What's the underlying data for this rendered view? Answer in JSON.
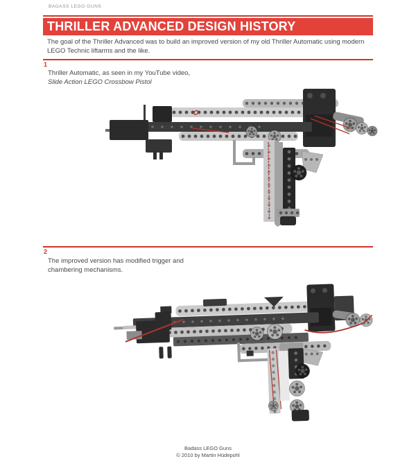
{
  "page_header": {
    "imprint": "BADASS LEGO GUNS"
  },
  "banner": {
    "title": "THRILLER ADVANCED DESIGN HISTORY"
  },
  "intro": {
    "text": "The goal of the Thriller Advanced was to build an improved version of my old Thriller Automatic using modern LEGO Technic liftarms and the like."
  },
  "sections": [
    {
      "number": "1",
      "caption_line1": "Thriller Automatic, as seen in my YouTube video,",
      "caption_line2": "Slide Action LEGO Crossbow Pistol",
      "image": "thriller-automatic-lego-crossbow-pistol-photo"
    },
    {
      "number": "2",
      "caption_line1": "The improved version has modified trigger and",
      "caption_line2": "chambering mechanisms.",
      "image": "thriller-advanced-improved-trigger-chambering-photo"
    }
  ],
  "footer": {
    "line1": "Badass LEGO Guns",
    "line2": "© 2010 by Martin Hüdepohl"
  },
  "colors": {
    "accent_red": "#e2423a",
    "rule_red": "#cf372c",
    "band_red": "#b23329",
    "text": "#474747",
    "muted_text": "#8f8f8f",
    "page_bg": "#ffffff"
  }
}
